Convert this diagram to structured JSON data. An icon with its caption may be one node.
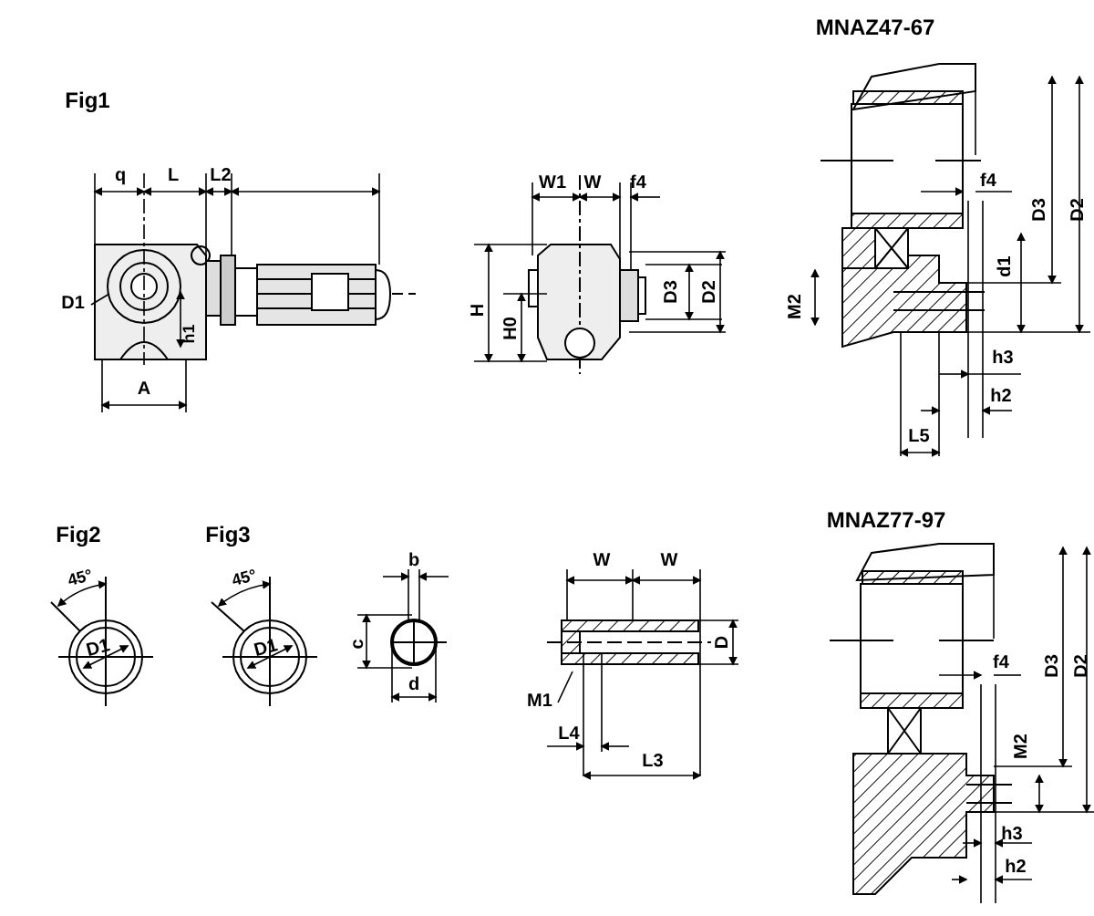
{
  "diagram": {
    "nodes": [
      {
        "text": [
          "D1"
        ]
      },
      {
        "text": [
          "M1"
        ]
      }
    ],
    "edges": [
      {
        "from": 0,
        "to": null,
        "arrow": "none"
      },
      {
        "from": 1,
        "to": null,
        "arrow": "none"
      }
    ],
    "labels": [
      "Fig1",
      "q",
      "L",
      "L2",
      "h1",
      "A",
      "W1",
      "W",
      "f4",
      "H",
      "H0",
      "D3",
      "D2",
      "MNAZ47-67",
      "f4",
      "D3",
      "D2",
      "d1",
      "M2",
      "h3",
      "h2",
      "L5",
      "Fig2",
      "Fig3",
      "45°",
      "D1",
      "45°",
      "D1",
      "b",
      "c",
      "d",
      "W",
      "W",
      "D",
      "L4",
      "L3",
      "MNAZ77-97",
      "f4",
      "D3",
      "D2",
      "M2",
      "h3",
      "h2"
    ]
  }
}
